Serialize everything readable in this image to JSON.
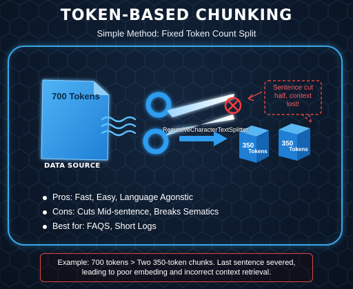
{
  "header": {
    "title": "TOKEN-BASED CHUNKING",
    "subtitle": "Simple Method: Fixed Token Count Split"
  },
  "source": {
    "doc_label": "700 Tokens",
    "label": "DATA SOURCE"
  },
  "splitter": {
    "label": "RecursiveCharacterTextSplitter"
  },
  "warning": {
    "text": "Sentence cut half, context lost!"
  },
  "chunks": [
    {
      "number": "350",
      "unit": "Tokens"
    },
    {
      "number": "350",
      "unit": "Tokens"
    }
  ],
  "bullets": [
    "Pros: Fast, Easy, Language Agonstic",
    "Cons: Cuts Mid-sentence, Breaks Sematics",
    "Best for: FAQS, Short Logs"
  ],
  "example": {
    "text": "Example: 700 tokens > Two 350-token chunks. Last sentence severed, leading to poor embeding and incorrect context retrieval."
  },
  "colors": {
    "accent": "#3aa7e6",
    "warning": "#e0473f",
    "cube": "#1f7fd6"
  },
  "icons": {
    "document": "document-icon",
    "waves": "wave-lines-icon",
    "scissors": "scissors-icon",
    "error": "x-circle-icon",
    "chunk": "cube-icon"
  }
}
